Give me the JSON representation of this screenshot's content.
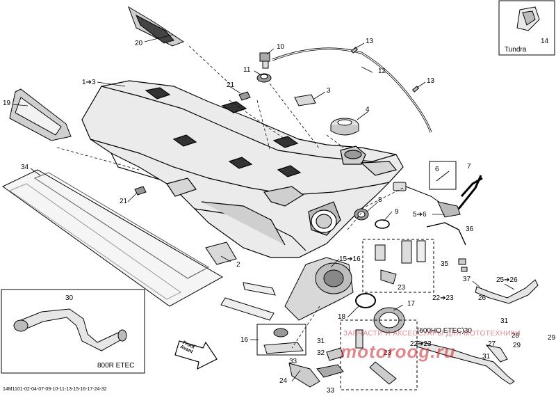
{
  "diagram": {
    "footer_code": "14M1101-02-04-07-09-10-11-13-15-16-17-24-32",
    "front_label_line1": "Front",
    "front_label_line2": "Avant",
    "insets": {
      "tundra": {
        "label": "Tundra",
        "number": "14"
      },
      "etec800": {
        "label": "800R ETEC",
        "number": "30"
      }
    },
    "watermark": {
      "line": "ЗАПЧАСТИ И АКСЕССУАРЫ ДЛЯ МОТОТЕХНИКИ",
      "brand": "motoroog.ru"
    },
    "callouts": {
      "c20": "20",
      "c1to3": "1➔3",
      "c19": "19",
      "c10": "10",
      "c11": "11",
      "c13a": "13",
      "c12": "12",
      "c13b": "13",
      "c21a": "21",
      "c3": "3",
      "c4": "4",
      "c34": "34",
      "c21b": "21",
      "c6": "6",
      "c7": "7",
      "c8": "8",
      "c9": "9",
      "c5to6": "5➔6",
      "c2": "2",
      "c36": "36",
      "c15to16": "15➔16",
      "c35": "35",
      "c37": "37",
      "c25to26": "25➔26",
      "c26": "26",
      "c23a": "23",
      "c22to23a": "22➔23",
      "c17": "17",
      "c18": "18",
      "c600ho": "(600HO ETEC)30",
      "c31a": "31",
      "c16": "16",
      "c31b": "31",
      "c32": "32",
      "c33a": "33",
      "c24": "24",
      "c33b": "33",
      "c23b": "23",
      "c22to23b": "22➔23",
      "c27": "27",
      "c28": "28",
      "c29a": "29",
      "c29b": "29",
      "c31c": "31"
    }
  }
}
